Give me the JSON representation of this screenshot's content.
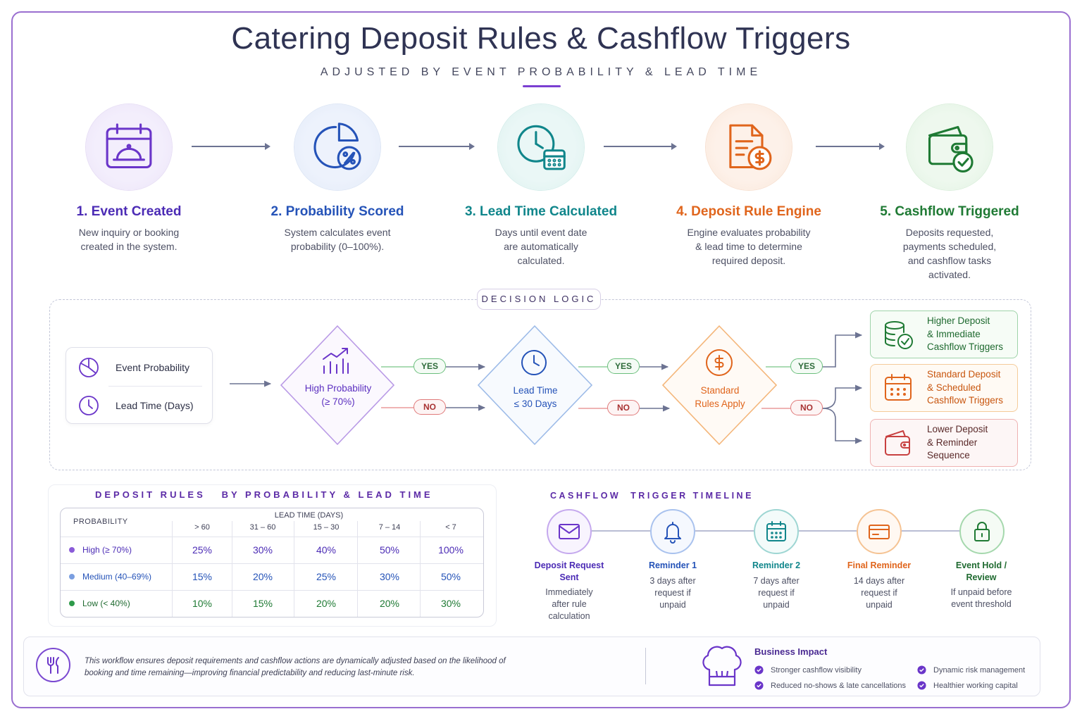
{
  "header": {
    "title": "Catering Deposit Rules & Cashflow Triggers",
    "subtitle": "ADJUSTED BY EVENT PROBABILITY & LEAD TIME"
  },
  "colors": {
    "purple": "#5b2fc0",
    "blue": "#2553b8",
    "teal": "#10868b",
    "orange": "#e0651c",
    "green": "#1f7a34",
    "red": "#c84040",
    "frame": "#9a6fd0"
  },
  "steps": [
    {
      "title": "1.  Event Created",
      "desc": "New inquiry or booking\ncreated in the system.",
      "icon": "calendar-cloche-icon"
    },
    {
      "title": "2.  Probability Scored",
      "desc": "System calculates event\nprobability (0–100%).",
      "icon": "pie-percent-icon"
    },
    {
      "title": "3.  Lead Time Calculated",
      "desc": "Days until event date\nare automatically\ncalculated.",
      "icon": "clock-calendar-icon"
    },
    {
      "title": "4.  Deposit Rule Engine",
      "desc": "Engine evaluates probability\n& lead time to determine\nrequired deposit.",
      "icon": "document-dollar-icon"
    },
    {
      "title": "5.  Cashflow Triggered",
      "desc": "Deposits requested,\npayments scheduled,\nand cashflow tasks\nactivated.",
      "icon": "wallet-check-icon"
    }
  ],
  "decision": {
    "tag": "DECISION LOGIC",
    "inputs": [
      "Event Probability",
      "Lead Time (Days)"
    ],
    "nodes": [
      {
        "line1": "High Probability",
        "line2": "(≥ 70%)"
      },
      {
        "line1": "Lead Time",
        "line2": "≤ 30 Days"
      },
      {
        "line1": "Standard",
        "line2": "Rules Apply"
      }
    ],
    "yes": "YES",
    "no": "NO",
    "outcomes": [
      "Higher Deposit\n& Immediate\nCashflow Triggers",
      "Standard Deposit\n& Scheduled\nCashflow Triggers",
      "Lower Deposit\n& Reminder\nSequence"
    ]
  },
  "rules": {
    "title": "DEPOSIT RULES   BY PROBABILITY & LEAD TIME",
    "prob_header": "PROBABILITY",
    "lead_header": "LEAD TIME (DAYS)",
    "columns": [
      "> 60",
      "31 – 60",
      "15 – 30",
      "7 – 14",
      "< 7"
    ],
    "rows": [
      {
        "label": "High (≥ 70%)",
        "values": [
          "25%",
          "30%",
          "40%",
          "50%",
          "100%"
        ]
      },
      {
        "label": "Medium (40–69%)",
        "values": [
          "15%",
          "20%",
          "25%",
          "30%",
          "50%"
        ]
      },
      {
        "label": "Low (< 40%)",
        "values": [
          "10%",
          "15%",
          "20%",
          "20%",
          "30%"
        ]
      }
    ]
  },
  "timeline": {
    "title": "CASHFLOW  TRIGGER TIMELINE",
    "items": [
      {
        "head": "Deposit Request\nSent",
        "desc": "Immediately\nafter rule\ncalculation",
        "icon": "envelope-icon"
      },
      {
        "head": "Reminder 1",
        "desc": "3 days after\nrequest if\nunpaid",
        "icon": "bell-icon"
      },
      {
        "head": "Reminder 2",
        "desc": "7 days after\nrequest if\nunpaid",
        "icon": "calendar-icon"
      },
      {
        "head": "Final Reminder",
        "desc": "14 days after\nrequest if\nunpaid",
        "icon": "credit-card-icon"
      },
      {
        "head": "Event Hold /\nReview",
        "desc": "If unpaid before\nevent threshold",
        "icon": "lock-icon"
      }
    ]
  },
  "footer": {
    "text": "This workflow ensures deposit requirements and cashflow actions are dynamically adjusted based on the likelihood of booking and time remaining—improving financial predictability and reducing last-minute risk.",
    "impact_title": "Business Impact",
    "impacts": [
      "Stronger cashflow visibility",
      "Dynamic risk management",
      "Reduced no-shows & late cancellations",
      "Healthier working capital"
    ]
  }
}
